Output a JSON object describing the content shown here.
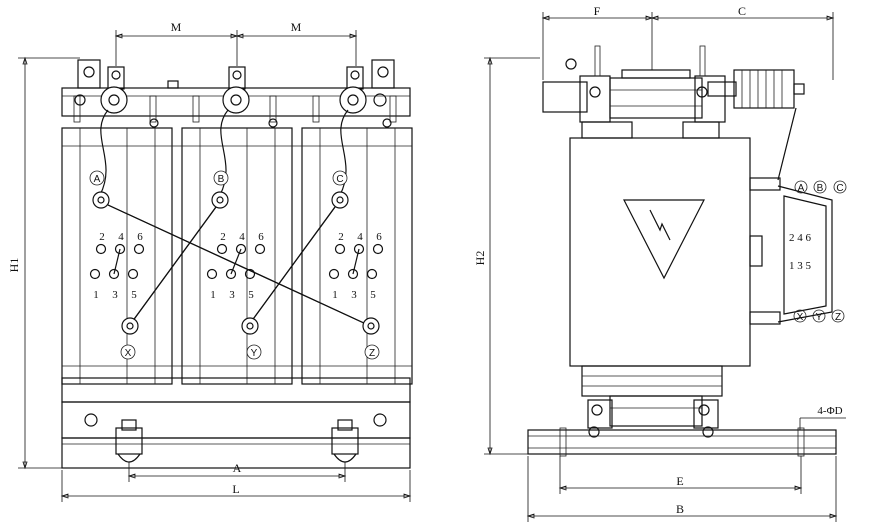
{
  "front_view": {
    "dimensions": {
      "m_left": "M",
      "m_right": "M",
      "h1": "H1",
      "a": "A",
      "l": "L"
    },
    "phase_top": [
      "A",
      "B",
      "C"
    ],
    "phase_bottom": [
      "X",
      "Y",
      "Z"
    ],
    "tap_top": [
      "2",
      "4",
      "6"
    ],
    "tap_bottom": [
      "1",
      "3",
      "5"
    ]
  },
  "side_view": {
    "dimensions": {
      "f": "F",
      "c": "C",
      "h2": "H2",
      "e": "E",
      "b": "B",
      "hole": "4-ΦD"
    },
    "phase_top": [
      "A",
      "B",
      "C"
    ],
    "phase_bottom": [
      "X",
      "Y",
      "Z"
    ],
    "tap_top": "2 4 6",
    "tap_bottom": "1 3 5"
  }
}
